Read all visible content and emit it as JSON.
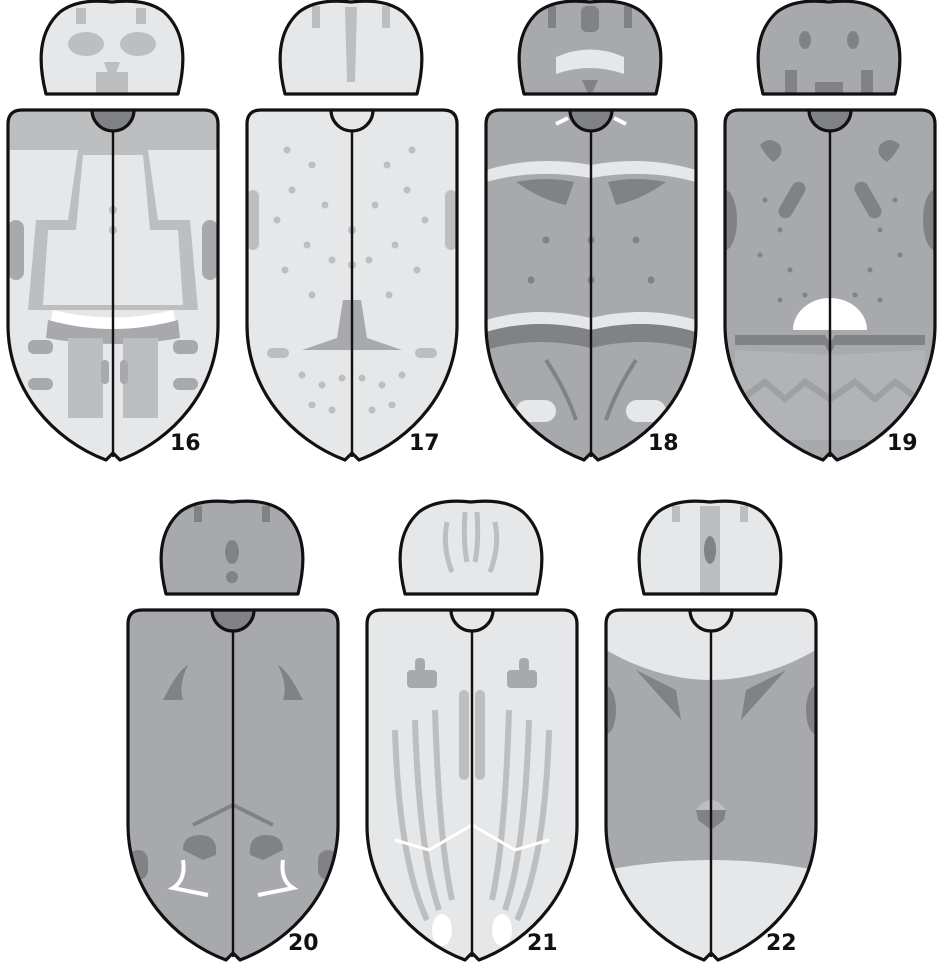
{
  "colors": {
    "outline": "#111111",
    "light": "#e6e7e8",
    "mid": "#bcbec0",
    "dark": "#a7a9ac",
    "darker": "#808285",
    "white": "#ffffff"
  },
  "figures": [
    {
      "id": "16",
      "label": "16"
    },
    {
      "id": "17",
      "label": "17"
    },
    {
      "id": "18",
      "label": "18"
    },
    {
      "id": "19",
      "label": "19"
    },
    {
      "id": "20",
      "label": "20"
    },
    {
      "id": "21",
      "label": "21"
    },
    {
      "id": "22",
      "label": "22"
    }
  ]
}
